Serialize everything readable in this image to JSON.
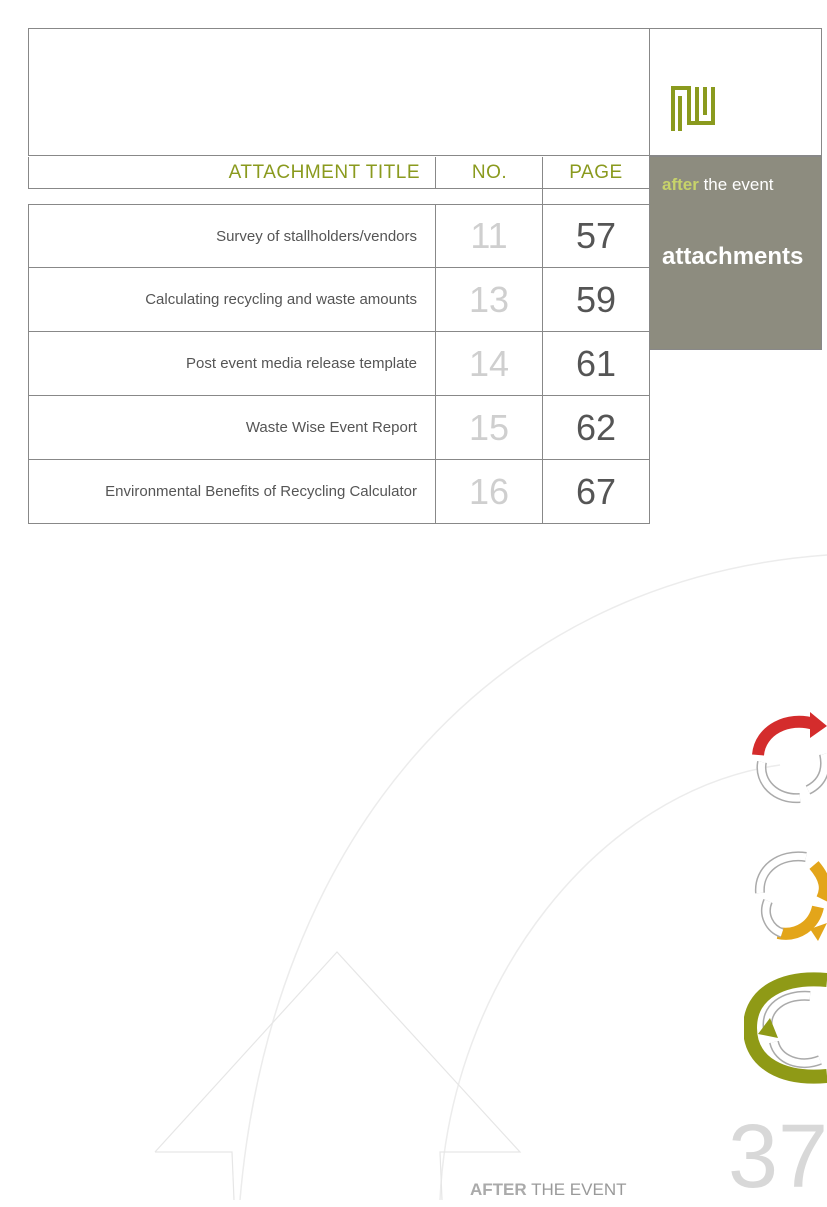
{
  "sidebar": {
    "subtitle_highlight": "after",
    "subtitle_rest": " the event",
    "title": "attachments"
  },
  "table": {
    "headers": {
      "title": "ATTACHMENT TITLE",
      "no": "NO.",
      "page": "PAGE"
    },
    "rows": [
      {
        "title": "Survey of stallholders/vendors",
        "no": "11",
        "page": "57"
      },
      {
        "title": "Calculating recycling and waste amounts",
        "no": "13",
        "page": "59"
      },
      {
        "title": "Post event media release template",
        "no": "14",
        "page": "61"
      },
      {
        "title": "Waste Wise Event Report",
        "no": "15",
        "page": "62"
      },
      {
        "title": "Environmental Benefits of Recycling Calculator",
        "no": "16",
        "page": "67"
      }
    ]
  },
  "footer": {
    "label_bold": "AFTER",
    "label_rest": " THE EVENT",
    "page_number": "37"
  },
  "colors": {
    "accent_green": "#8a9a1e",
    "panel_gray": "#8d8c7f",
    "recycle_red": "#d42c2c",
    "recycle_orange": "#e3a51a",
    "recycle_green": "#8f9a16"
  },
  "icons": [
    "logo-mark-icon",
    "recycle-red-icon",
    "recycle-orange-icon",
    "recycle-green-icon"
  ]
}
